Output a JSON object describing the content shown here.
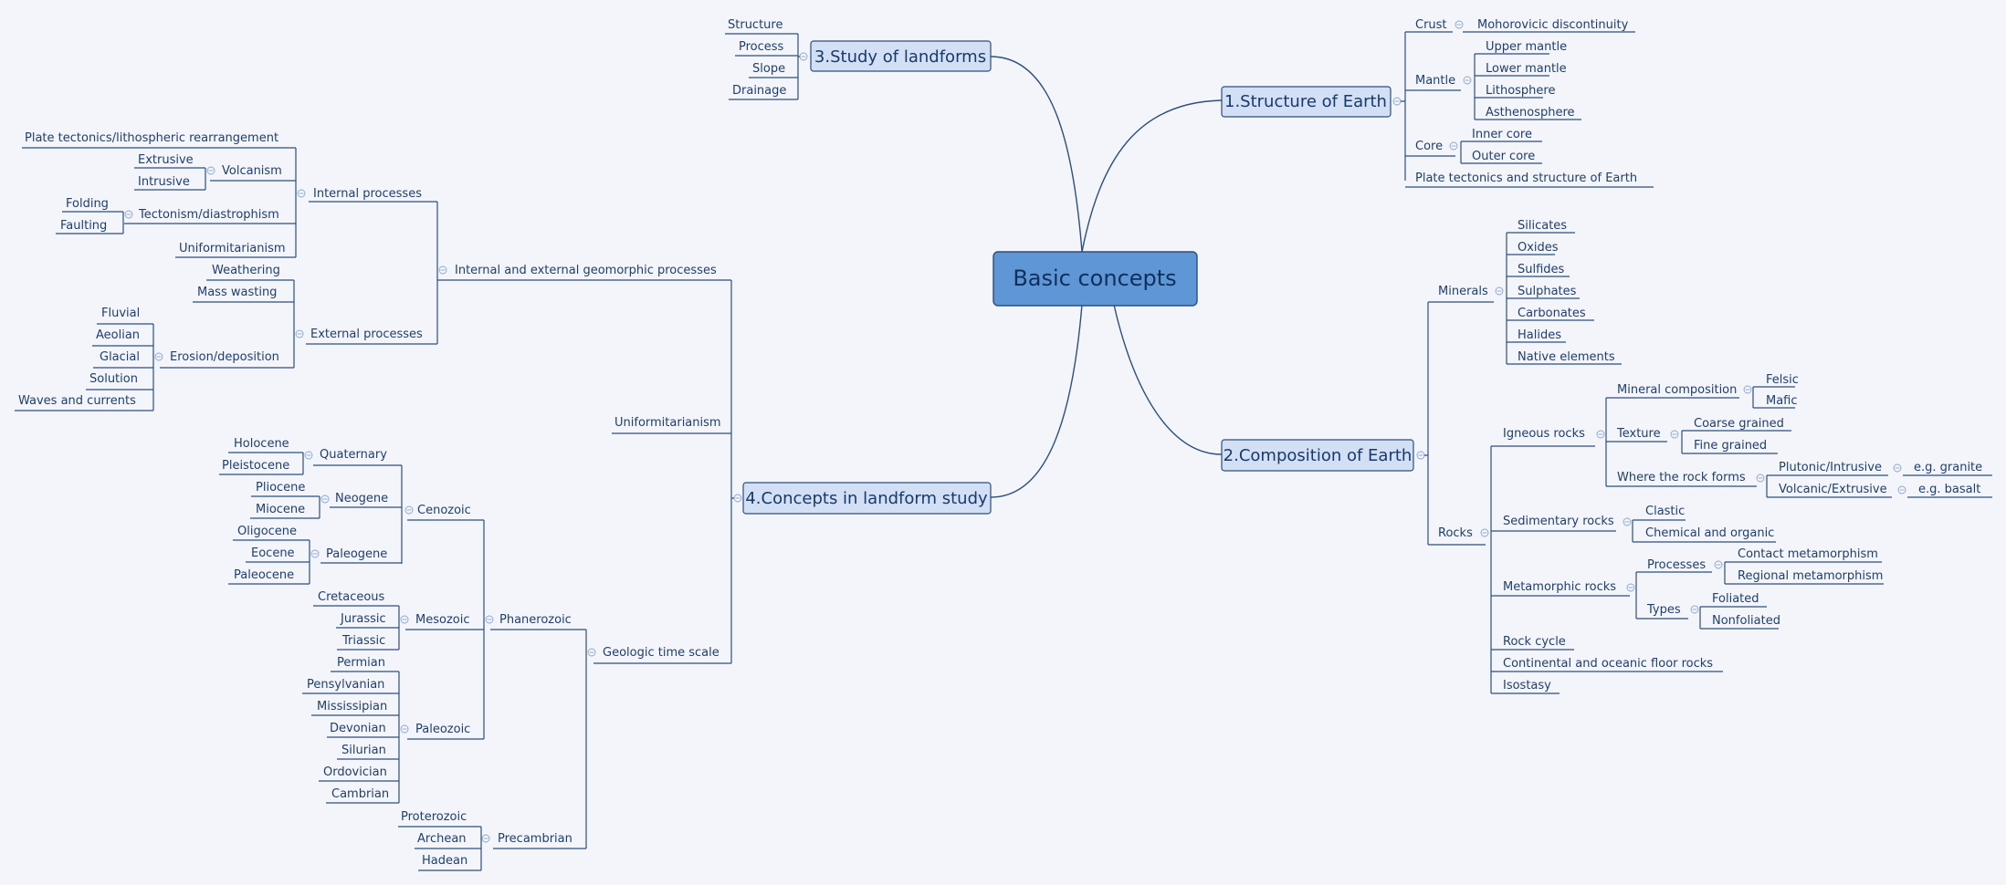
{
  "root": "Basic concepts",
  "colors": {
    "background": "#f3f5fa",
    "root_fill": "#5f97d6",
    "topic_fill": "#d2dff5",
    "line": "#2c4f7d"
  },
  "topics": {
    "t1": "1.Structure of Earth",
    "t2": "2.Composition of Earth",
    "t3": "3.Study of landforms",
    "t4": "4.Concepts in landform study"
  },
  "structure_of_earth": {
    "crust": "Crust",
    "crust_children": [
      "Mohorovicic discontinuity"
    ],
    "mantle": "Mantle",
    "mantle_children": [
      "Upper mantle",
      "Lower mantle",
      "Lithosphere",
      "Asthenosphere"
    ],
    "core": "Core",
    "core_children": [
      "Inner core",
      "Outer core"
    ],
    "plate": "Plate tectonics and structure of Earth"
  },
  "composition_of_earth": {
    "minerals": "Minerals",
    "mineral_list": [
      "Silicates",
      "Oxides",
      "Sulfides",
      "Sulphates",
      "Carbonates",
      "Halides",
      "Native elements"
    ],
    "rocks": "Rocks",
    "igneous": "Igneous rocks",
    "mineral_composition": "Mineral composition",
    "felsic": "Felsic",
    "mafic": "Mafic",
    "texture": "Texture",
    "coarse": "Coarse grained",
    "fine": "Fine grained",
    "where_forms": "Where the rock forms",
    "plutonic": "Plutonic/Intrusive",
    "granite": "e.g. granite",
    "volcanic": "Volcanic/Extrusive",
    "basalt": "e.g. basalt",
    "sedimentary": "Sedimentary rocks",
    "clastic": "Clastic",
    "chemical": "Chemical and organic",
    "metamorphic": "Metamorphic rocks",
    "processes": "Processes",
    "contact": "Contact metamorphism",
    "regional": "Regional metamorphism",
    "types": "Types",
    "foliated": "Foliated",
    "nonfoliated": "Nonfoliated",
    "rock_cycle": "Rock cycle",
    "continental": "Continental and oceanic floor rocks",
    "isostasy": "Isostasy"
  },
  "study_of_landforms": [
    "Structure",
    "Process",
    "Slope",
    "Drainage"
  ],
  "concepts": {
    "geomorphic": "Internal and external geomorphic processes",
    "internal": "Internal processes",
    "plate": "Plate tectonics/lithospheric rearrangement",
    "volcanism": "Volcanism",
    "extrusive": "Extrusive",
    "intrusive": "Intrusive",
    "tectonism": "Tectonism/diastrophism",
    "folding": "Folding",
    "faulting": "Faulting",
    "uniformitarianism_inner": "Uniformitarianism",
    "external": "External processes",
    "weathering": "Weathering",
    "mass_wasting": "Mass wasting",
    "erosion": "Erosion/deposition",
    "erosion_list": [
      "Fluvial",
      "Aeolian",
      "Glacial",
      "Solution",
      "Waves and currents"
    ],
    "uniformitarianism": "Uniformitarianism",
    "geologic": "Geologic time scale",
    "phanerozoic": "Phanerozoic",
    "cenozoic": "Cenozoic",
    "quaternary": "Quaternary",
    "holocene": "Holocene",
    "pleistocene": "Pleistocene",
    "neogene": "Neogene",
    "pliocene": "Pliocene",
    "miocene": "Miocene",
    "paleogene": "Paleogene",
    "oligocene": "Oligocene",
    "eocene": "Eocene",
    "paleocene": "Paleocene",
    "mesozoic": "Mesozoic",
    "mesozoic_list": [
      "Cretaceous",
      "Jurassic",
      "Triassic"
    ],
    "paleozoic": "Paleozoic",
    "paleozoic_list": [
      "Permian",
      "Pensylvanian",
      "Mississipian",
      "Devonian",
      "Silurian",
      "Ordovician",
      "Cambrian"
    ],
    "precambrian": "Precambrian",
    "precambrian_list": [
      "Proterozoic",
      "Archean",
      "Hadean"
    ]
  }
}
